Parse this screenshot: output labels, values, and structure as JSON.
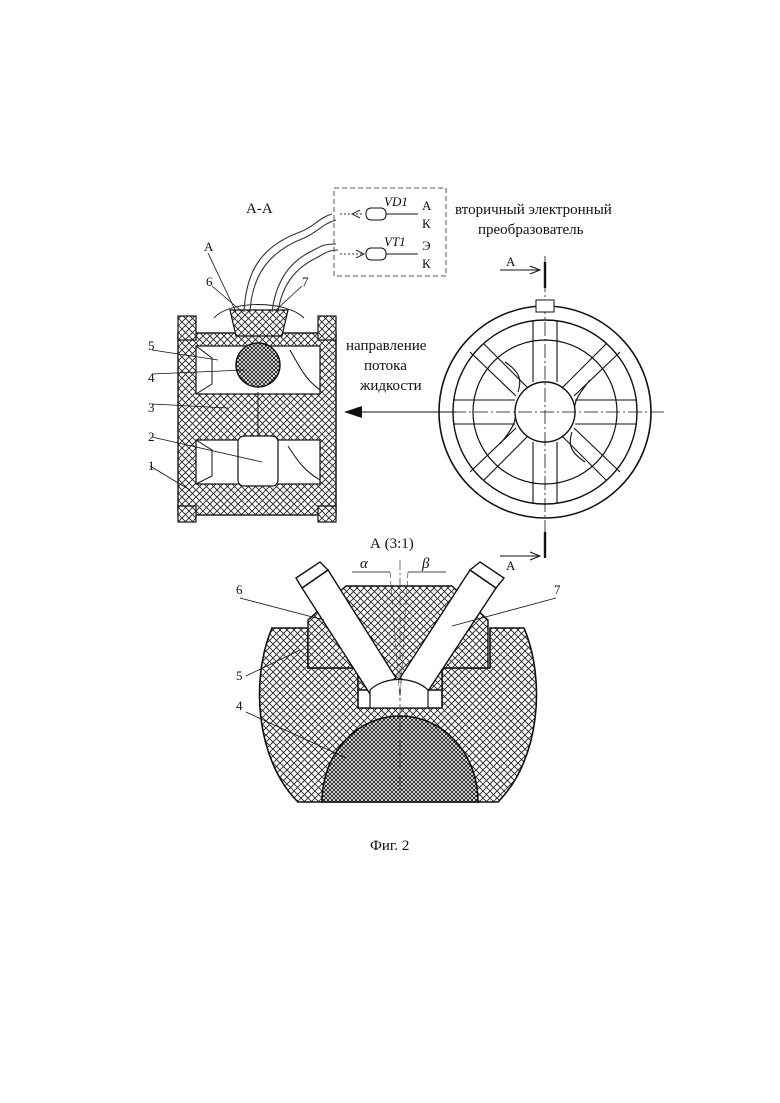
{
  "section_label": "A-A",
  "electronics": {
    "diode": {
      "designator": "VD1",
      "pin_top": "А",
      "pin_bottom": "К"
    },
    "transistor": {
      "designator": "VT1",
      "pin_top": "Э",
      "pin_bottom": "К"
    },
    "label_line1": "вторичный электронный",
    "label_line2": "преобразователь"
  },
  "flow_label": {
    "line1": "направление",
    "line2": "потока",
    "line3": "жидкости"
  },
  "callouts": {
    "1": "1",
    "2": "2",
    "3": "3",
    "4": "4",
    "5": "5",
    "6": "6",
    "7": "7"
  },
  "detail_marker": "А",
  "view_marker": "А",
  "detail": {
    "title": "А (3:1)",
    "alpha": "α",
    "beta": "β",
    "labels": {
      "4": "4",
      "5": "5",
      "6": "6",
      "7": "7"
    }
  },
  "caption": "Фиг. 2"
}
